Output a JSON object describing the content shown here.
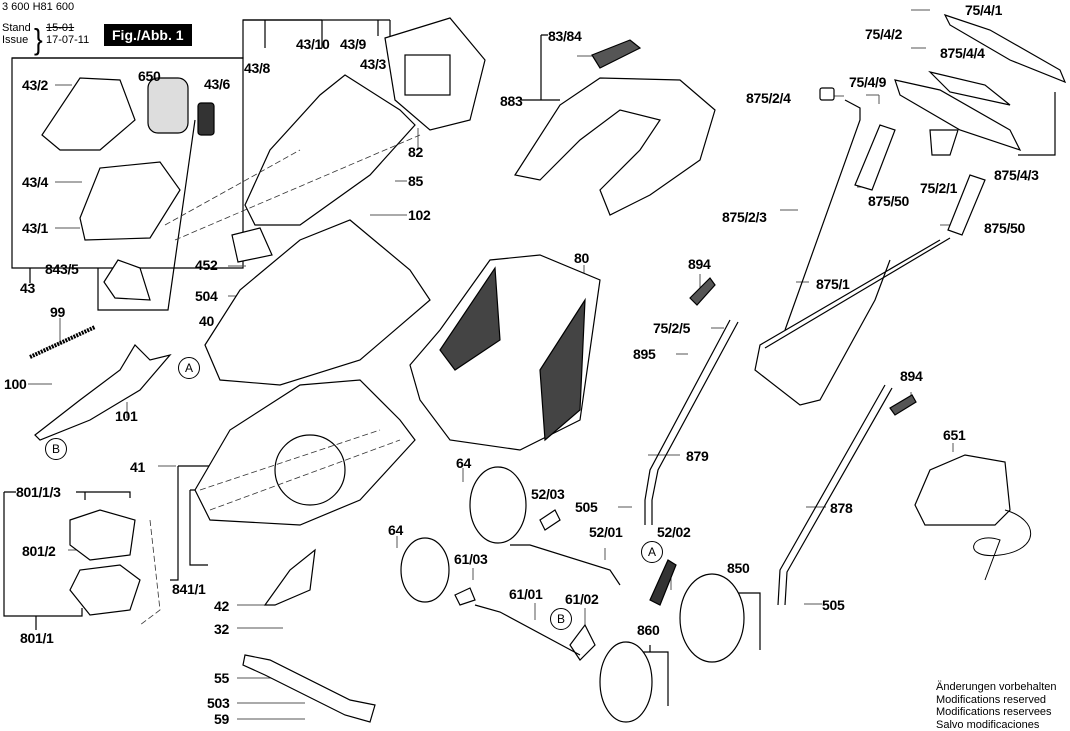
{
  "header": {
    "part_number": "3 600 H81 600",
    "stand_label": "Stand",
    "issue_label": "Issue",
    "old_date": "15-01",
    "date": "17-07-11",
    "figure_title": "Fig./Abb. 1"
  },
  "labels": {
    "l43_2": "43/2",
    "l650": "650",
    "l43_6": "43/6",
    "l43_8": "43/8",
    "l43_10": "43/10",
    "l43_9": "43/9",
    "l43_3": "43/3",
    "l43_4": "43/4",
    "l43_1": "43/1",
    "l843_5": "843/5",
    "l43": "43",
    "l82": "82",
    "l85": "85",
    "l102": "102",
    "l452": "452",
    "l504": "504",
    "l40": "40",
    "l99": "99",
    "l100": "100",
    "l101": "101",
    "l83_84": "83/84",
    "l883": "883",
    "l80": "80",
    "l75_4_1": "75/4/1",
    "l75_4_2": "75/4/2",
    "l875_4_4": "875/4/4",
    "l75_4_9": "75/4/9",
    "l875_2_4": "875/2/4",
    "l875_50a": "875/50",
    "l75_2_1": "75/2/1",
    "l875_4_3": "875/4/3",
    "l875_2_3": "875/2/3",
    "l875_50b": "875/50",
    "l875_1": "875/1",
    "l894a": "894",
    "l75_2_5": "75/2/5",
    "l895": "895",
    "l894b": "894",
    "l651": "651",
    "l879": "879",
    "l878": "878",
    "l505a": "505",
    "l505b": "505",
    "l41": "41",
    "l801_1_3": "801/1/3",
    "l801_2": "801/2",
    "l801_1": "801/1",
    "l841_1": "841/1",
    "l64a": "64",
    "l64b": "64",
    "l52_03": "52/03",
    "l52_01": "52/01",
    "l52_02": "52/02",
    "l61_03": "61/03",
    "l61_01": "61/01",
    "l61_02": "61/02",
    "l850": "850",
    "l860": "860",
    "l42": "42",
    "l32": "32",
    "l55": "55",
    "l503": "503",
    "l59": "59"
  },
  "callouts": {
    "a1": "A",
    "b1": "B",
    "a2": "A",
    "b2": "B"
  },
  "notes": [
    "Änderungen vorbehalten",
    "Modifications reserved",
    "Modifications reservees",
    "Salvo modificaciones"
  ]
}
